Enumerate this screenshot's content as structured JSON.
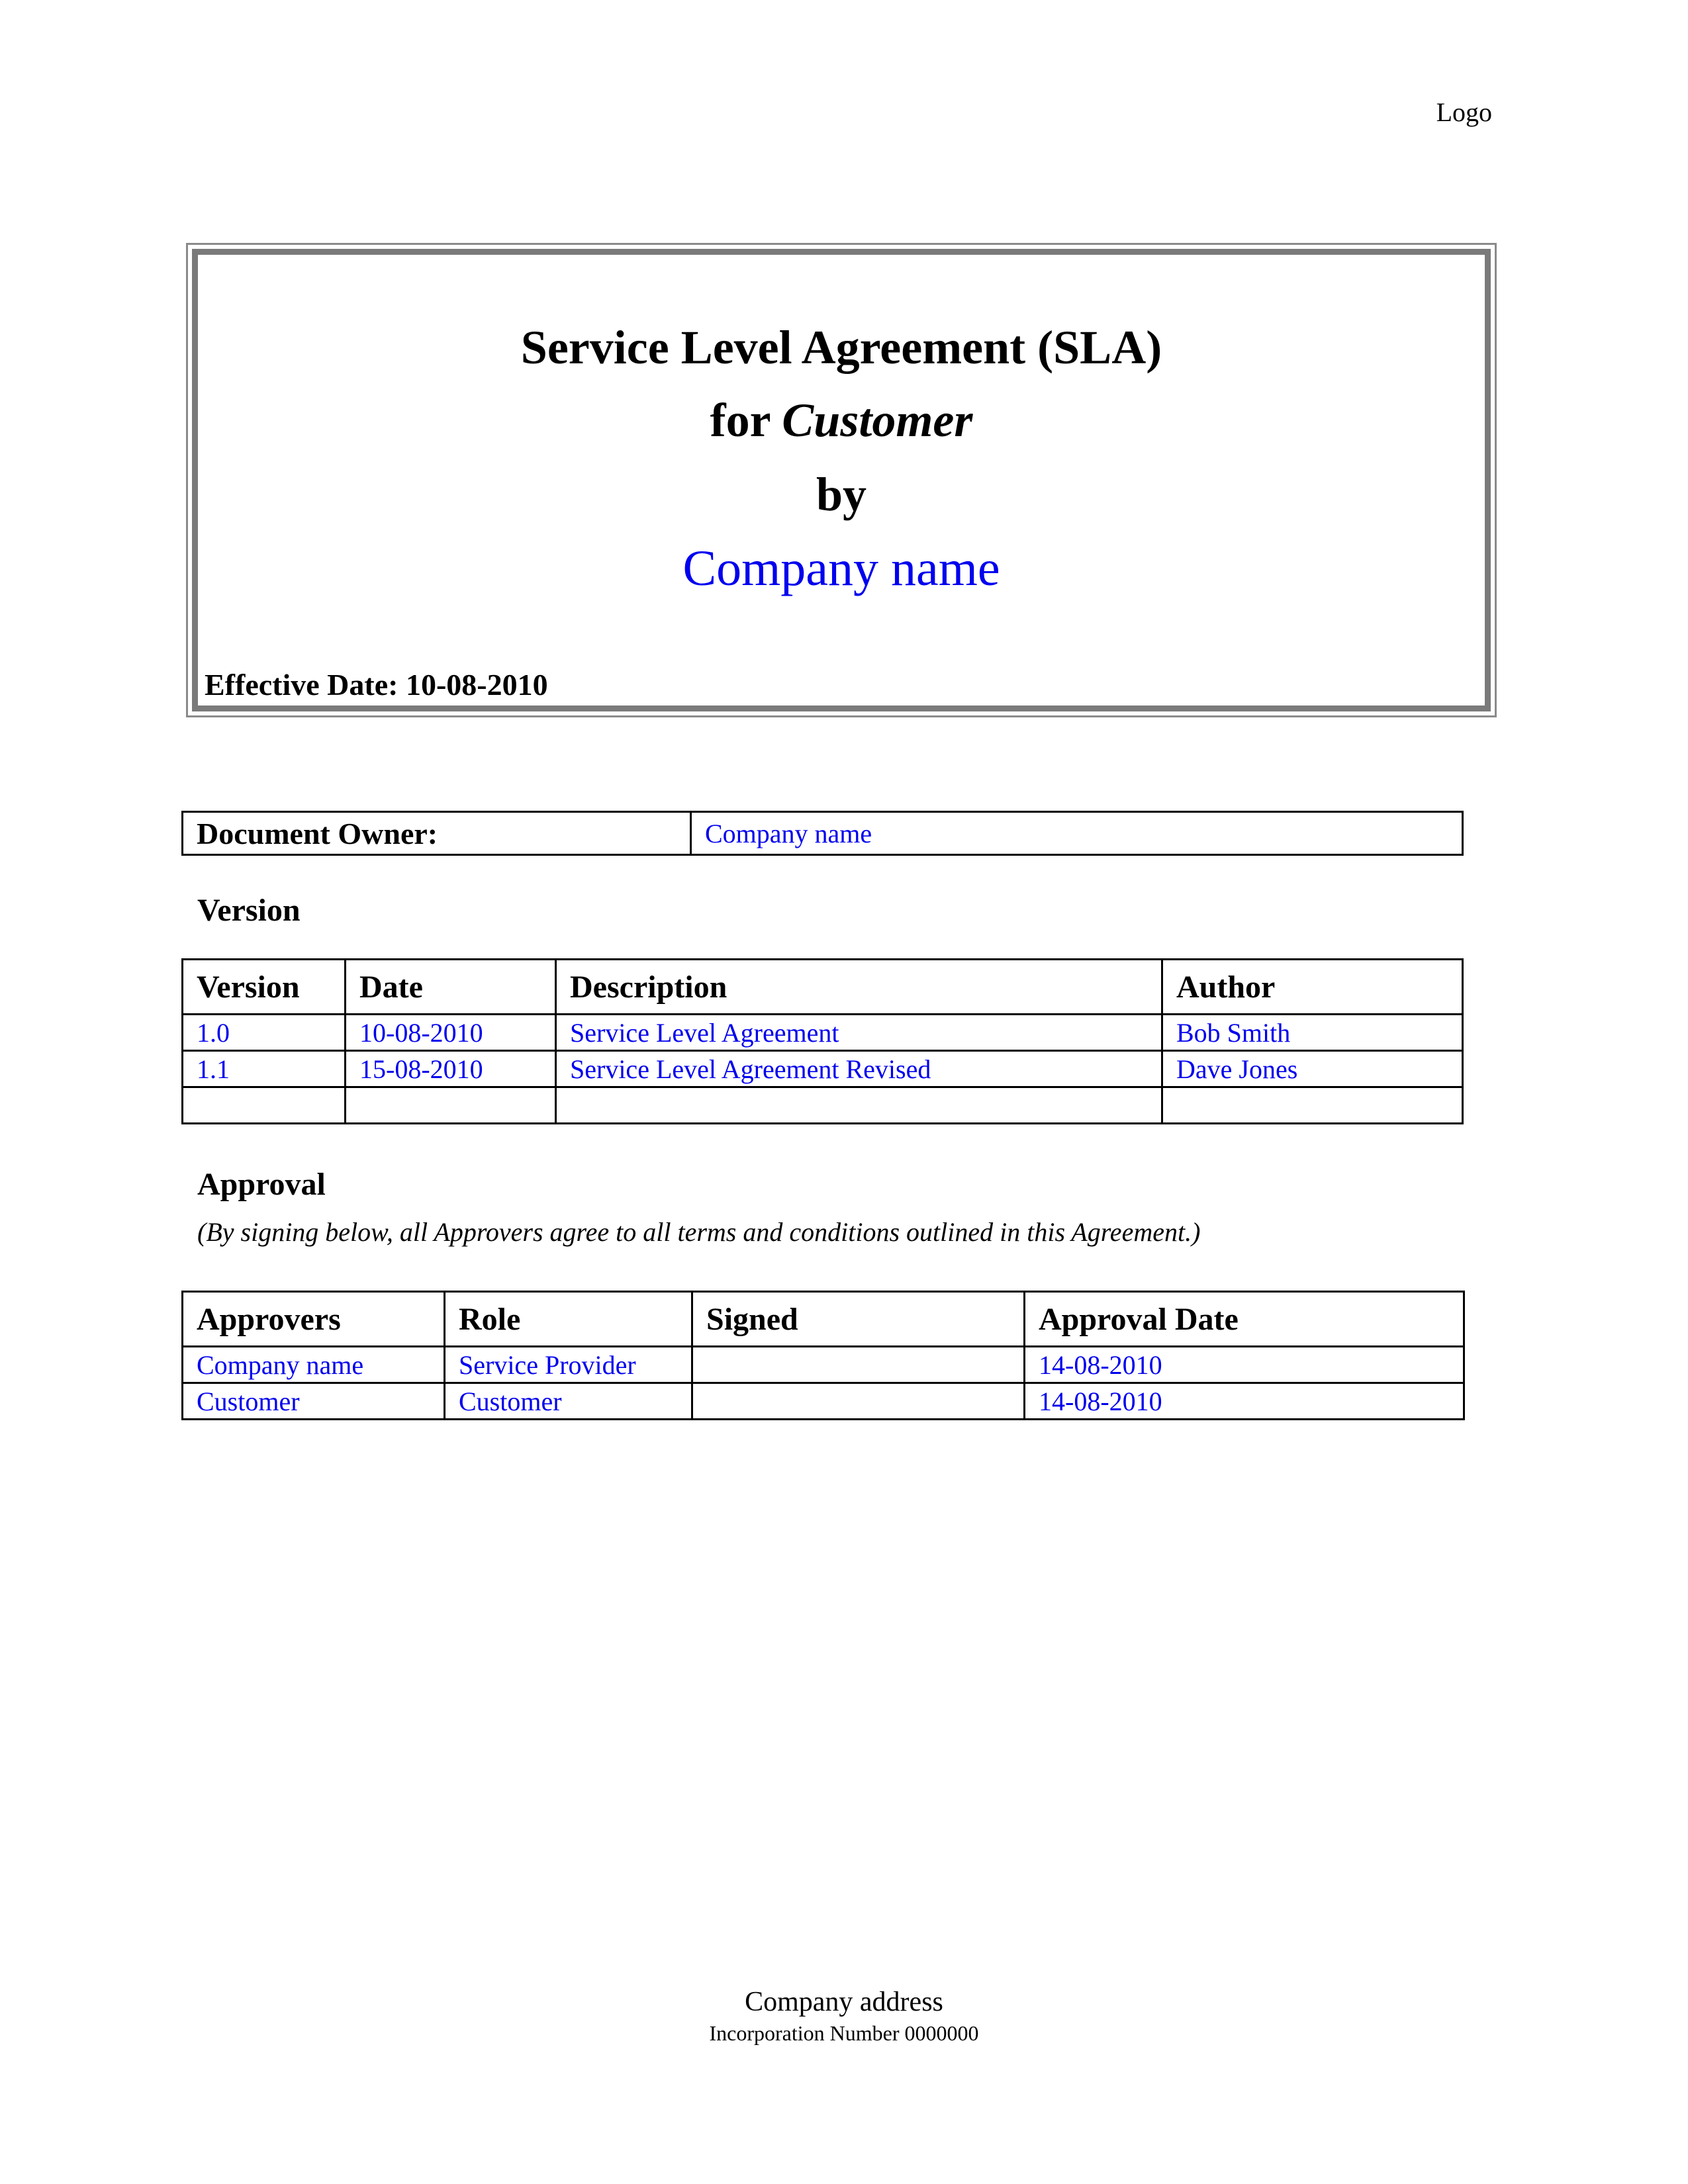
{
  "header": {
    "logo_text": "Logo"
  },
  "title_box": {
    "line1": "Service Level Agreement (SLA)",
    "line2_prefix": "for ",
    "line2_customer": "Customer",
    "line3": "by",
    "line4": "Company name",
    "effective_date": "Effective Date: 10-08-2010"
  },
  "owner": {
    "label": "Document Owner:",
    "value": "Company name"
  },
  "version_section": {
    "heading": "Version",
    "columns": [
      "Version",
      "Date",
      "Description",
      "Author"
    ],
    "rows": [
      [
        "1.0",
        "10-08-2010",
        "Service Level Agreement",
        "Bob Smith"
      ],
      [
        "1.1",
        "15-08-2010",
        "Service Level Agreement Revised",
        "Dave Jones"
      ],
      [
        "",
        "",
        "",
        ""
      ]
    ]
  },
  "approval_section": {
    "heading": "Approval",
    "note": "(By signing below, all Approvers agree to all terms and conditions outlined in this Agreement.)",
    "columns": [
      "Approvers",
      "Role",
      "Signed",
      "Approval Date"
    ],
    "rows": [
      [
        "Company name",
        "Service Provider",
        "",
        "14-08-2010"
      ],
      [
        "Customer",
        "Customer",
        "",
        "14-08-2010"
      ]
    ]
  },
  "footer": {
    "address": "Company address",
    "incorporation": "Incorporation Number 0000000"
  },
  "colors": {
    "field_text": "#0000ee",
    "border": "#000000",
    "title_box_border": "#7a7a7a"
  }
}
